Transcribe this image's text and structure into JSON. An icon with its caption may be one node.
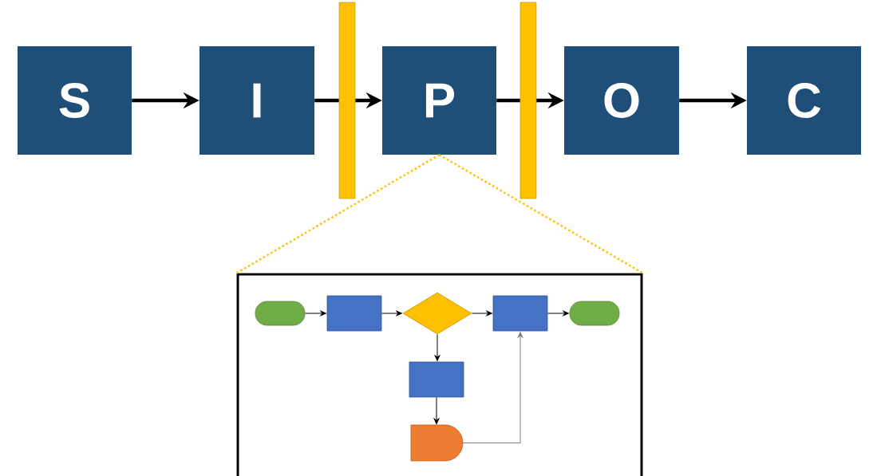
{
  "diagram": {
    "nodes": [
      {
        "text": [
          "S"
        ]
      },
      {
        "text": [
          "I"
        ]
      },
      {
        "text": [
          "P"
        ]
      },
      {
        "text": [
          "O"
        ]
      },
      {
        "text": [
          "C"
        ]
      },
      {
        "text": [],
        "shape": "box"
      },
      {
        "text": [],
        "shape": "terminal",
        "in": 5
      },
      {
        "text": [],
        "shape": "box",
        "in": 5
      },
      {
        "text": [],
        "shape": "diamond",
        "in": 5
      },
      {
        "text": [],
        "shape": "box",
        "in": 5
      },
      {
        "text": [],
        "shape": "terminal",
        "in": 5
      },
      {
        "text": [],
        "shape": "box",
        "in": 5
      },
      {
        "text": [],
        "shape": "delay",
        "in": 5
      },
      {
        "text": [],
        "shape": "bar"
      },
      {
        "text": [],
        "shape": "bar"
      }
    ],
    "edges": [
      {
        "from": 0,
        "to": 1,
        "arrow": "to",
        "style": "thick"
      },
      {
        "from": 1,
        "to": 13,
        "arrow": "none",
        "style": "thick"
      },
      {
        "from": 2,
        "to": 14,
        "arrow": "none",
        "style": "thick"
      },
      {
        "from": 3,
        "to": 4,
        "arrow": "to",
        "style": "thick"
      },
      {
        "from": 2,
        "to": 5,
        "arrow": "none",
        "style": "dashed",
        "color": "#ffc000"
      },
      {
        "from": 2,
        "to": 5,
        "arrow": "none",
        "style": "dashed",
        "color": "#ffc000"
      },
      {
        "from": 6,
        "to": 7,
        "arrow": "to"
      },
      {
        "from": 7,
        "to": 8,
        "arrow": "to"
      },
      {
        "from": 8,
        "to": 9,
        "arrow": "to"
      },
      {
        "from": 9,
        "to": 10,
        "arrow": "to"
      },
      {
        "from": 8,
        "to": 11,
        "arrow": "to"
      },
      {
        "from": 11,
        "to": 12,
        "arrow": "to"
      },
      {
        "from": 12,
        "to": 9,
        "arrow": "to",
        "color": "#808080"
      },
      {
        "from": 13,
        "to": 2,
        "arrow": "to",
        "style": "thick"
      },
      {
        "from": 14,
        "to": 3,
        "arrow": "to",
        "style": "thick"
      }
    ]
  }
}
